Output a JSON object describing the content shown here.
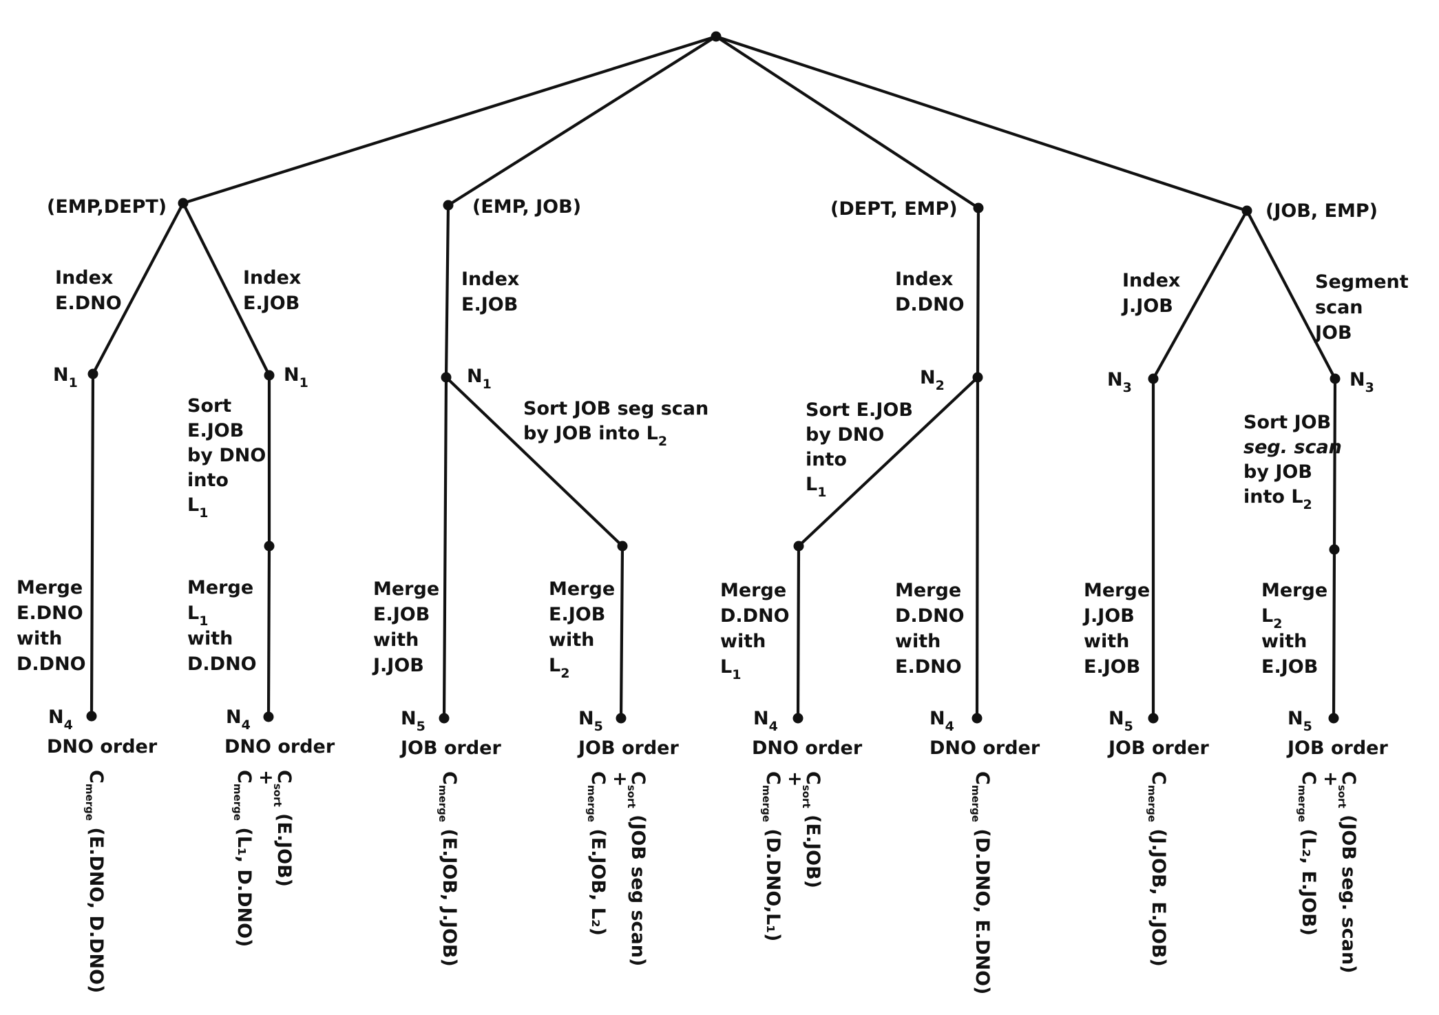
{
  "pairs": {
    "emp_dept": "(EMP,DEPT)",
    "emp_job": "(EMP, JOB)",
    "dept_emp": "(DEPT, EMP)",
    "job_emp": "(JOB, EMP)"
  },
  "access": {
    "b1": [
      "Index",
      "E.DNO"
    ],
    "b2": [
      "Index",
      "E.JOB"
    ],
    "b3": [
      "Index",
      "E.JOB"
    ],
    "b5": [
      "Index",
      "D.DNO"
    ],
    "b7": [
      "Index",
      "J.JOB"
    ],
    "b8": [
      "Segment",
      "scan",
      "JOB"
    ]
  },
  "states": {
    "n1": "N",
    "n1_sub": "1",
    "n2": "N",
    "n2_sub": "2",
    "n3": "N",
    "n3_sub": "3",
    "n4": "N",
    "n4_sub": "4",
    "n5": "N",
    "n5_sub": "5"
  },
  "sort_steps": {
    "b2": [
      "Sort",
      "E.JOB",
      "by DNO",
      "into",
      "L",
      "1"
    ],
    "b4": [
      "Sort JOB seg scan",
      "by JOB into L",
      "2"
    ],
    "b5": [
      "Sort E.JOB",
      "by DNO",
      "into",
      "L",
      "1"
    ],
    "b8": [
      "Sort JOB",
      "seg. scan",
      "by JOB",
      "into L",
      "2"
    ]
  },
  "merges": {
    "b1": [
      "Merge",
      "E.DNO",
      "with",
      "D.DNO"
    ],
    "b2": [
      "Merge",
      "L",
      "1",
      "with",
      "D.DNO"
    ],
    "b3": [
      "Merge",
      "E.JOB",
      "with",
      "J.JOB"
    ],
    "b4": [
      "Merge",
      "E.JOB",
      "with",
      "L",
      "2"
    ],
    "b5": [
      "Merge",
      "D.DNO",
      "with",
      "L",
      "1"
    ],
    "b6": [
      "Merge",
      "D.DNO",
      "with",
      "E.DNO"
    ],
    "b7": [
      "Merge",
      "J.JOB",
      "with",
      "E.JOB"
    ],
    "b8": [
      "Merge",
      "L",
      "2",
      "with",
      "E.JOB"
    ]
  },
  "orders": {
    "dno": "DNO order",
    "job": "JOB order"
  },
  "costs": {
    "c": "C",
    "merge": "merge",
    "sort": "sort",
    "plus": "+",
    "b1": "(E.DNO, D.DNO)",
    "b2_merge": "(L₁, D.DNO)",
    "b2_sort": "(E.JOB)",
    "b3": "(E.JOB, J.JOB)",
    "b4_merge": "(E.JOB, L₂)",
    "b4_sort": "(JOB seg scan)",
    "b5_merge": "(D.DNO,L₁)",
    "b5_sort": "(E.JOB)",
    "b6": "(D.DNO, E.DNO)",
    "b7": "(J.JOB, E.JOB)",
    "b8_merge": "(L₂, E.JOB)",
    "b8_sort": "(JOB seg. scan)"
  }
}
